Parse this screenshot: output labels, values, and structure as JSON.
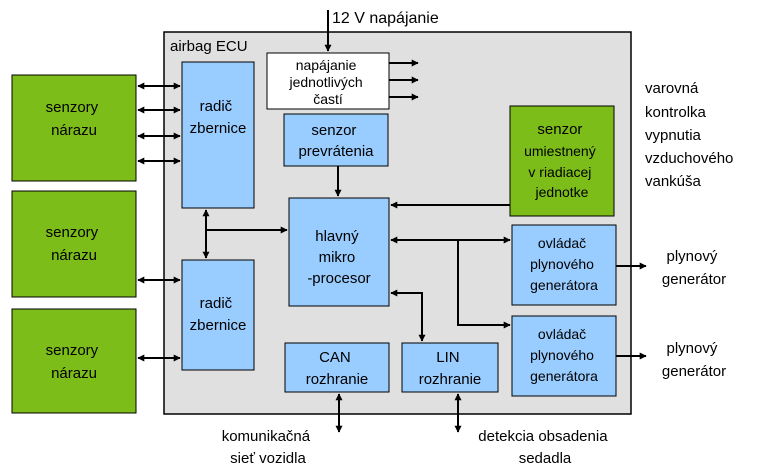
{
  "power_label": "12 V napájanie",
  "ecu_title": "airbag ECU",
  "power_box": [
    "napájanie",
    "jednotlivých",
    "častí"
  ],
  "crash_sensors": [
    [
      "senzory",
      "nárazu"
    ],
    [
      "senzory",
      "nárazu"
    ],
    [
      "senzory",
      "nárazu"
    ]
  ],
  "bus_controllers": [
    [
      "radič",
      "zbernice"
    ],
    [
      "radič",
      "zbernice"
    ]
  ],
  "rollover_sensor": [
    "senzor",
    "prevrátenia"
  ],
  "internal_sensor": [
    "senzor",
    "umiestnený",
    "v riadiacej",
    "jednotke"
  ],
  "cpu": [
    "hlavný",
    "mikro",
    "-procesor"
  ],
  "igniters": [
    [
      "ovládač",
      "plynového",
      "generátora"
    ],
    [
      "ovládač",
      "plynového",
      "generátora"
    ]
  ],
  "can_box": [
    "CAN",
    "rozhranie"
  ],
  "lin_box": [
    "LIN",
    "rozhranie"
  ],
  "warning_lamp": [
    "varovná",
    "kontrolka",
    "vypnutia",
    "vzduchového",
    "vankúša"
  ],
  "gas_generator_labels": [
    [
      "plynový",
      "generátor"
    ],
    [
      "plynový",
      "generátor"
    ]
  ],
  "network_label": [
    "komunikačná",
    "sieť vozidla"
  ],
  "seat_label": [
    "detekcia obsadenia",
    "sedadla"
  ],
  "colors": {
    "sensor_green": "#7dbd1a",
    "block_blue": "#99ccff",
    "ecu_gray": "#e0e0e0",
    "line_black": "#000000"
  }
}
